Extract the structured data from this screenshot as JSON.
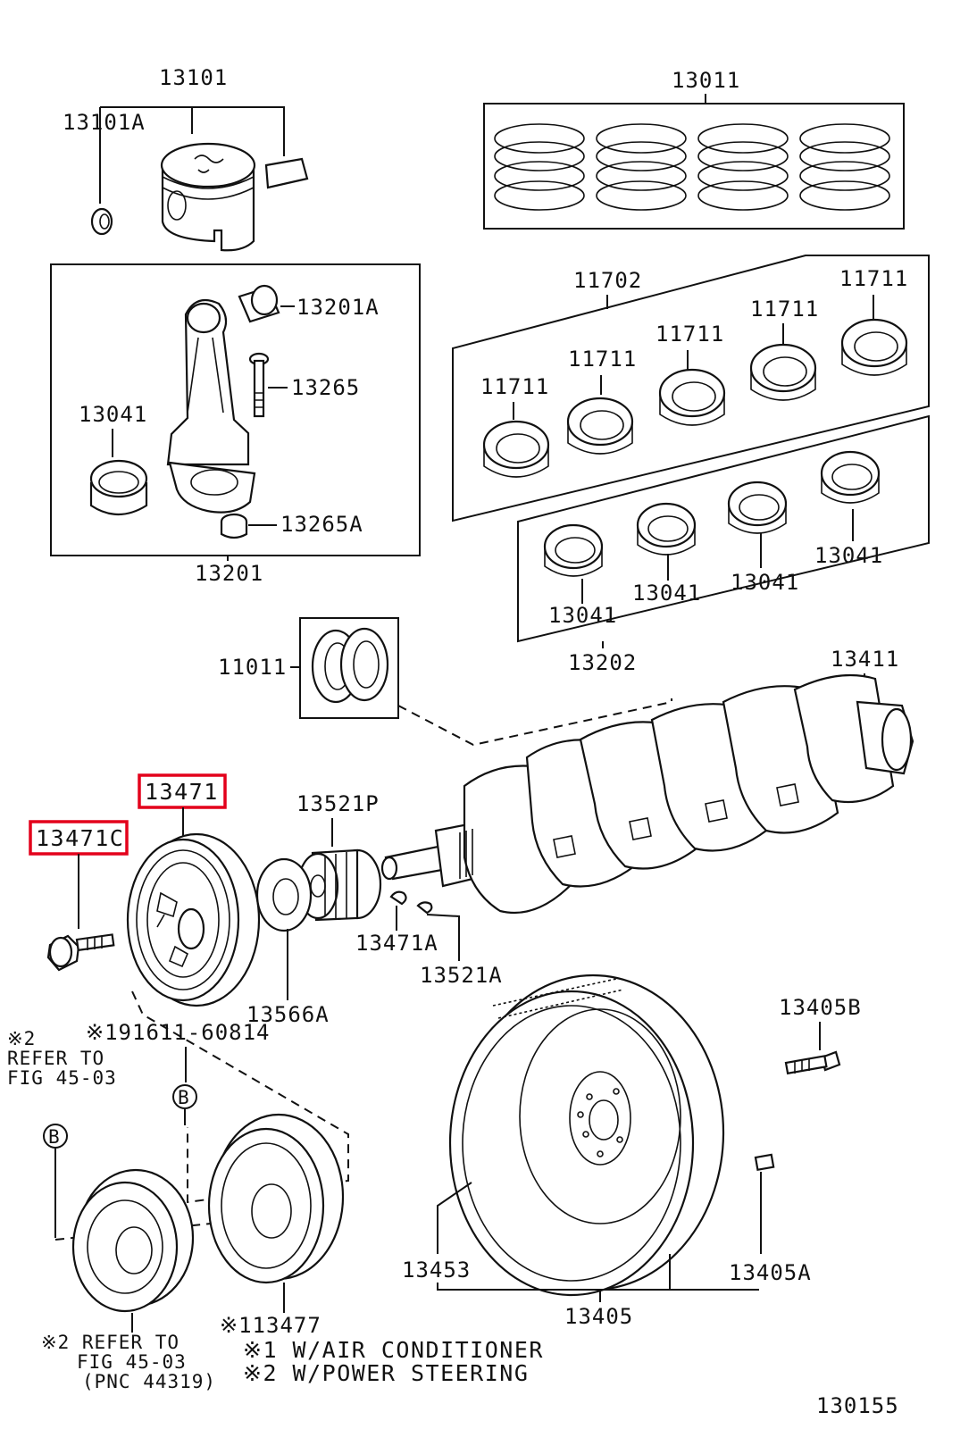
{
  "labels": {
    "p13101": "13101",
    "p13101A": "13101A",
    "p13011": "13011",
    "p13201A": "13201A",
    "p13265": "13265",
    "p13041_rod": "13041",
    "p13265A": "13265A",
    "p13201": "13201",
    "p11702": "11702",
    "p11711_a": "11711",
    "p11711_b": "11711",
    "p11711_c": "11711",
    "p11711_d": "11711",
    "p11711_e": "11711",
    "p13041_a": "13041",
    "p13041_b": "13041",
    "p13041_c": "13041",
    "p13041_d": "13041",
    "p13202": "13202",
    "p11011": "11011",
    "p13411": "13411",
    "p13471": "13471",
    "p13471C": "13471C",
    "p13521P": "13521P",
    "p13471A": "13471A",
    "p13521A": "13521A",
    "p13566A": "13566A",
    "p191611": "※191611-60814",
    "p13405B": "13405B",
    "p13453": "13453",
    "p13405A": "13405A",
    "p13405": "13405",
    "p113477": "※113477",
    "b_marker_1": "B",
    "b_marker_2": "B",
    "fig_number": "130155"
  },
  "notes": {
    "refer_left_1": "※2",
    "refer_left_2": "REFER TO",
    "refer_left_3": "FIG 45-03",
    "refer_bottom_1": "※2 REFER TO",
    "refer_bottom_2": "FIG 45-03",
    "refer_bottom_3": "(PNC 44319)",
    "legend_1": "※1 W/AIR CONDITIONER",
    "legend_2": "※2 W/POWER STEERING"
  },
  "highlight_color": "#e3001b"
}
